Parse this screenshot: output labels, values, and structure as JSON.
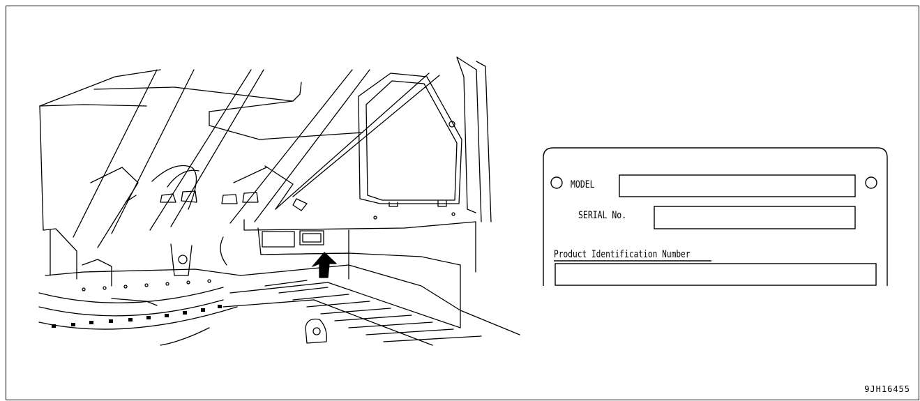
{
  "nameplate": {
    "model_label": "MODEL",
    "serial_label": "SERIAL No.",
    "pin_label": "Product Identification Number"
  },
  "figure_code": "9JH16455"
}
